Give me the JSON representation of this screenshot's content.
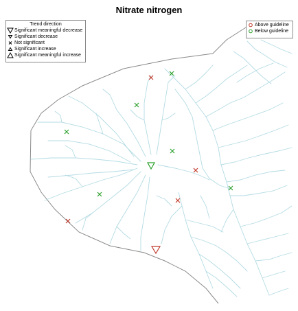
{
  "title": "Nitrate nitrogen",
  "trend_legend": {
    "title": "Trend direction",
    "items": [
      {
        "label": "Significant meaningful decrease",
        "symbol": "large-down-triangle-icon"
      },
      {
        "label": "Significant decrease",
        "symbol": "small-down-triangle-icon"
      },
      {
        "label": "Not significant",
        "symbol": "cross-icon"
      },
      {
        "label": "Significant increase",
        "symbol": "small-up-triangle-icon"
      },
      {
        "label": "Significant meaningful increase",
        "symbol": "large-up-triangle-icon"
      }
    ]
  },
  "guideline_legend": {
    "items": [
      {
        "label": "Above guideline",
        "color": "#c0392b"
      },
      {
        "label": "Below guideline",
        "color": "#2ca02c"
      }
    ]
  },
  "colors": {
    "river": "#b3dbe3",
    "boundary": "#8a8a8a",
    "above": "#c0392b",
    "below": "#2ca02c"
  }
}
